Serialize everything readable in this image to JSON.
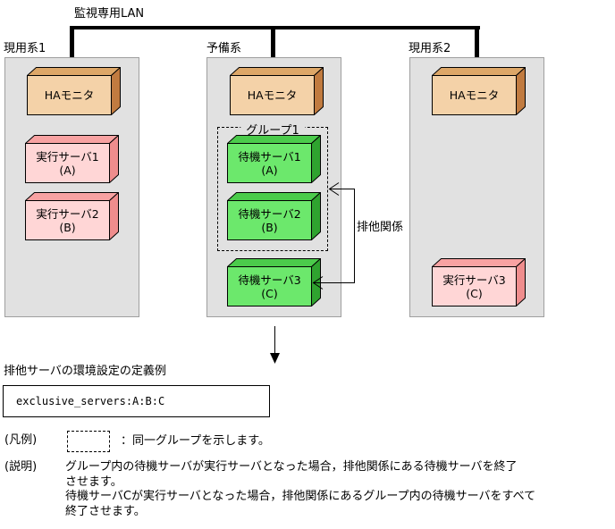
{
  "lan": {
    "label": "監視専用LAN"
  },
  "columns": [
    {
      "label": "現用系1",
      "ha": "HAモニタ",
      "servers": [
        {
          "name": "実行サーバ1",
          "id": "(A)"
        },
        {
          "name": "実行サーバ2",
          "id": "(B)"
        }
      ]
    },
    {
      "label": "予備系",
      "ha": "HAモニタ",
      "group": {
        "label": "グループ1",
        "servers": [
          {
            "name": "待機サーバ1",
            "id": "(A)"
          },
          {
            "name": "待機サーバ2",
            "id": "(B)"
          }
        ]
      },
      "outside_server": {
        "name": "待機サーバ3",
        "id": "(C)"
      }
    },
    {
      "label": "現用系2",
      "ha": "HAモニタ",
      "servers": [
        {
          "name": "実行サーバ3",
          "id": "(C)"
        }
      ]
    }
  ],
  "relation_label": "排他関係",
  "definition": {
    "title": "排他サーバの環境設定の定義例",
    "code": "exclusive_servers:A:B:C"
  },
  "legend": {
    "label": "(凡例)",
    "desc": "：同一グループを示します。"
  },
  "explanation": {
    "label": "(説明)",
    "lines": [
      "グループ内の待機サーバが実行サーバとなった場合，排他関係にある待機サーバを終了",
      "させます。",
      "待機サーバCが実行サーバとなった場合，排他関係にあるグループ内の待機サーバをすべて",
      "終了させます。"
    ]
  },
  "colors": {
    "ha": {
      "front": "#f4d2a8",
      "top": "#dda768",
      "side": "#c17b40"
    },
    "exec": {
      "front": "#ffd6d6",
      "top": "#f8a2a2",
      "side": "#ef8d8d"
    },
    "standby": {
      "front": "#6ce86c",
      "top": "#4bcb4b",
      "side": "#2fa32f"
    },
    "column_bg": "#e1e1e1",
    "line": "#000000"
  }
}
